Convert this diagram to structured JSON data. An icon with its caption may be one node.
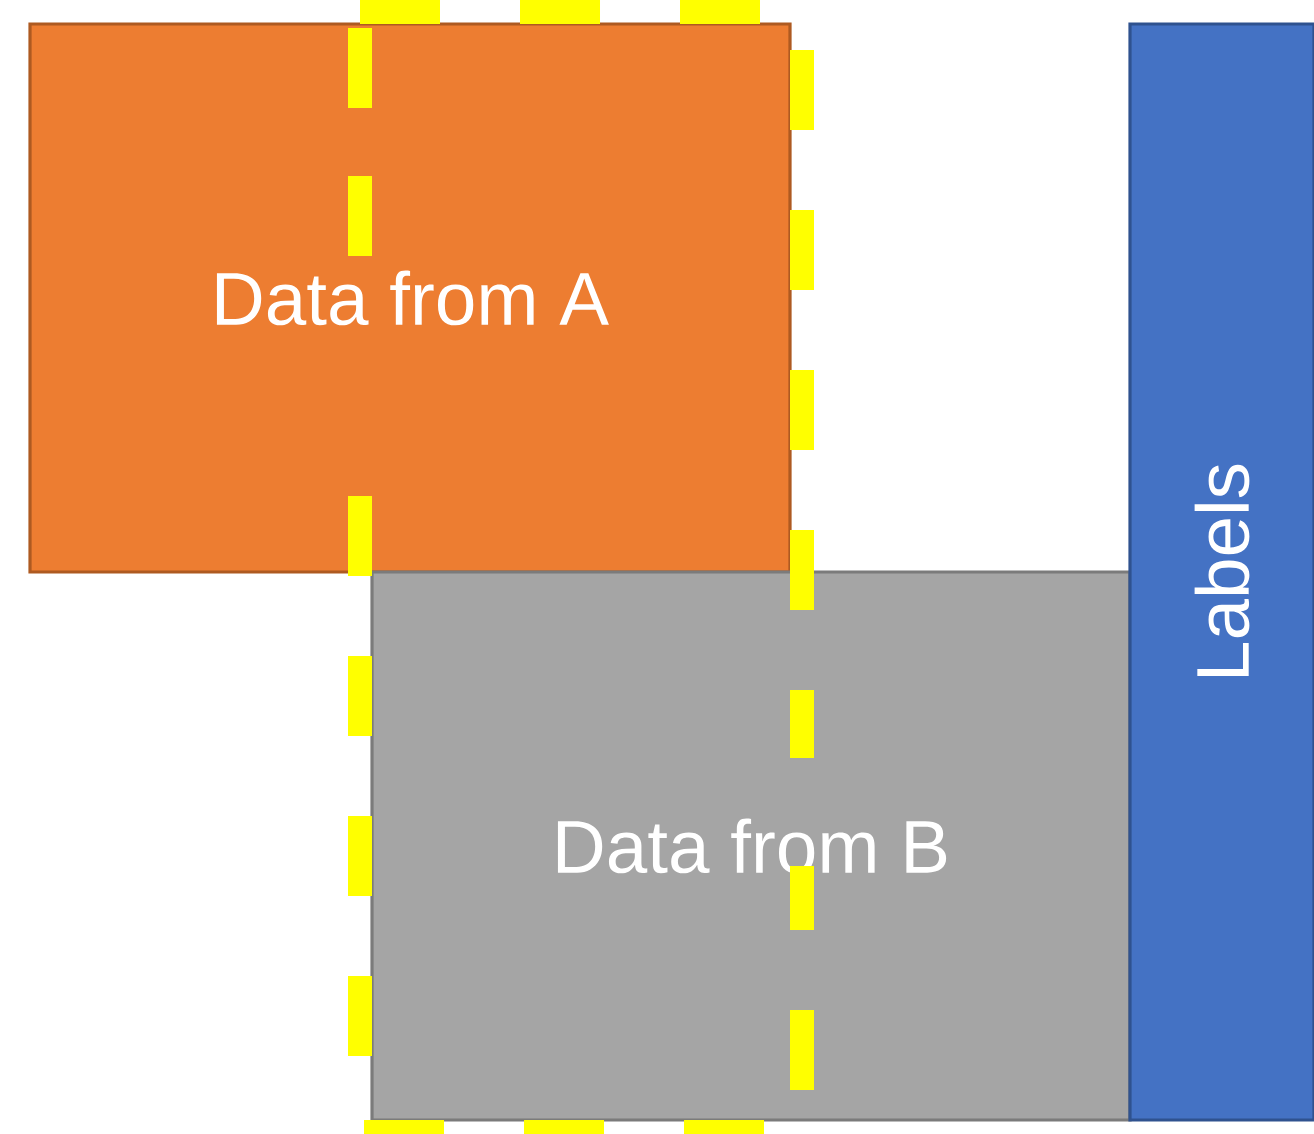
{
  "diagram": {
    "nodes": [
      {
        "text": [
          "Data from A"
        ]
      },
      {
        "text": [
          "Data from B"
        ]
      },
      {
        "text": [
          "Labels"
        ]
      },
      {
        "text": [],
        "shape": "box"
      }
    ]
  }
}
